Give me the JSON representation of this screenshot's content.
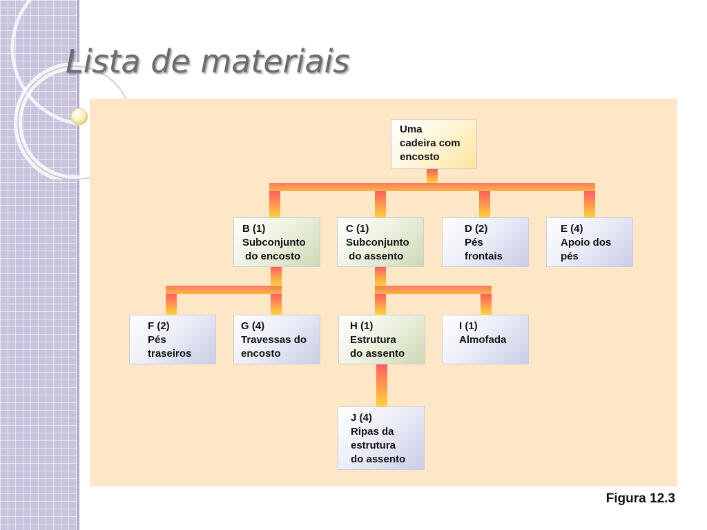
{
  "title": "Lista de materiais",
  "caption": "Figura 12.3",
  "colors": {
    "panel": "#fde7c6",
    "connector_top": "#ff6a5a",
    "connector_bottom": "#ffd43a",
    "title": "#6b6b73"
  },
  "nodes": {
    "A": {
      "text": "Uma\ncadeira com\nencosto"
    },
    "B": {
      "text": "B (1)\nSubconjunto\n do encosto"
    },
    "C": {
      "text": "C (1)\nSubconjunto\n do assento"
    },
    "D": {
      "text": "D (2)\nPés\nfrontais"
    },
    "E": {
      "text": "E (4)\nApoio dos\npés"
    },
    "F": {
      "text": "F (2)\nPés\ntraseiros"
    },
    "G": {
      "text": "G (4)\nTravessas do\nencosto"
    },
    "H": {
      "text": "H (1)\nEstrutura\ndo assento"
    },
    "I": {
      "text": "I (1)\nAlmofada"
    },
    "J": {
      "text": "J (4)\nRipas da\nestrutura\ndo assento"
    }
  },
  "edges": [
    [
      "A",
      "B"
    ],
    [
      "A",
      "C"
    ],
    [
      "A",
      "D"
    ],
    [
      "A",
      "E"
    ],
    [
      "B",
      "F"
    ],
    [
      "B",
      "G"
    ],
    [
      "C",
      "H"
    ],
    [
      "C",
      "I"
    ],
    [
      "H",
      "J"
    ]
  ]
}
